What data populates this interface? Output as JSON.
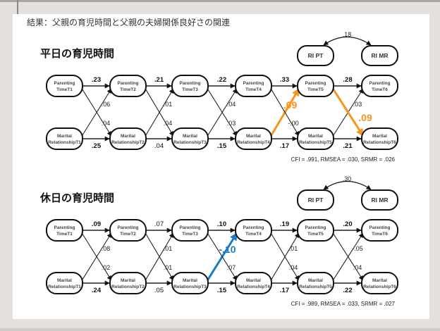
{
  "heading": "結果：父親の育児時間と父親の夫婦関係良好さの関連",
  "colors": {
    "orange": "#f7941d",
    "blue": "#1a7dc4"
  },
  "panels": [
    {
      "title": "平日の育児時間",
      "ri": [
        "RI PT",
        "RI MR"
      ],
      "ri_cov": ".18",
      "parenting": [
        [
          "Parenting",
          "TimeT1"
        ],
        [
          "Parenting",
          "TimeT2"
        ],
        [
          "Parenting",
          "TimeT3"
        ],
        [
          "Parenting",
          "TimeT4"
        ],
        [
          "Parenting",
          "TimeT5"
        ],
        [
          "Parenting",
          "TimeT6"
        ]
      ],
      "marital": [
        [
          "Marital",
          "RelationshipT1"
        ],
        [
          "Marital",
          "RelationshipT2"
        ],
        [
          "Marital",
          "RelationshipT3"
        ],
        [
          "Marital",
          "RelationshipT4"
        ],
        [
          "Marital",
          "RelationshipT5"
        ],
        [
          "Marital",
          "RelationshipT6"
        ]
      ],
      "pp": [
        {
          "v": ".23",
          "b": true
        },
        {
          "v": ".21",
          "b": true
        },
        {
          "v": ".22",
          "b": true
        },
        {
          "v": ".33",
          "b": true
        },
        {
          "v": ".28",
          "b": true
        }
      ],
      "mm": [
        {
          "v": ".25",
          "b": true
        },
        {
          "v": ".04",
          "b": false
        },
        {
          "v": ".15",
          "b": true
        },
        {
          "v": ".17",
          "b": true
        },
        {
          "v": ".21",
          "b": true
        }
      ],
      "mp": [
        {
          "v": ".06"
        },
        {
          "v": ".01"
        },
        {
          "v": ".04"
        },
        {
          "v": ".09",
          "hl": "orange"
        },
        {
          "v": ".03"
        }
      ],
      "pm": [
        {
          "v": ".04"
        },
        {
          "v": ".04"
        },
        {
          "v": ".03"
        },
        {
          "v": "-.00"
        },
        {
          "v": ".09",
          "hl": "orange"
        }
      ],
      "fit": "CFI = .991, RMSEA = .030, SRMR = .026"
    },
    {
      "title": "休日の育児時間",
      "ri": [
        "RI PT",
        "RI MR"
      ],
      "ri_cov": ".30",
      "parenting": [
        [
          "Parenting",
          "TimeT1"
        ],
        [
          "Parenting",
          "TimeT2"
        ],
        [
          "Parenting",
          "TimeT3"
        ],
        [
          "Parenting",
          "TimeT4"
        ],
        [
          "Parenting",
          "TimeT5"
        ],
        [
          "Parenting",
          "TimeT6"
        ]
      ],
      "marital": [
        [
          "Marital",
          "RelationshipT1"
        ],
        [
          "Marital",
          "RelationshipT2"
        ],
        [
          "Marital",
          "RelationshipT3"
        ],
        [
          "Marital",
          "RelationshipT4"
        ],
        [
          "Marital",
          "RelationshipT5"
        ],
        [
          "Marital",
          "RelationshipT6"
        ]
      ],
      "pp": [
        {
          "v": ".09",
          "b": true
        },
        {
          "v": ".07",
          "b": false
        },
        {
          "v": ".10",
          "b": true
        },
        {
          "v": ".19",
          "b": true
        },
        {
          "v": ".20",
          "b": true
        }
      ],
      "mm": [
        {
          "v": ".24",
          "b": true
        },
        {
          "v": ".05",
          "b": false
        },
        {
          "v": ".15",
          "b": true
        },
        {
          "v": ".17",
          "b": true
        },
        {
          "v": ".22",
          "b": true
        }
      ],
      "mp": [
        {
          "v": ".08"
        },
        {
          "v": ".01"
        },
        {
          "v": "-.10",
          "hl": "blue"
        },
        {
          "v": ".01"
        },
        {
          "v": "-.05"
        }
      ],
      "pm": [
        {
          "v": ".02"
        },
        {
          "v": ".01"
        },
        {
          "v": ".07"
        },
        {
          "v": ".04"
        },
        {
          "v": ".04"
        }
      ],
      "fit": "CFI = .989, RMSEA = .033, SRMR = .027"
    }
  ]
}
